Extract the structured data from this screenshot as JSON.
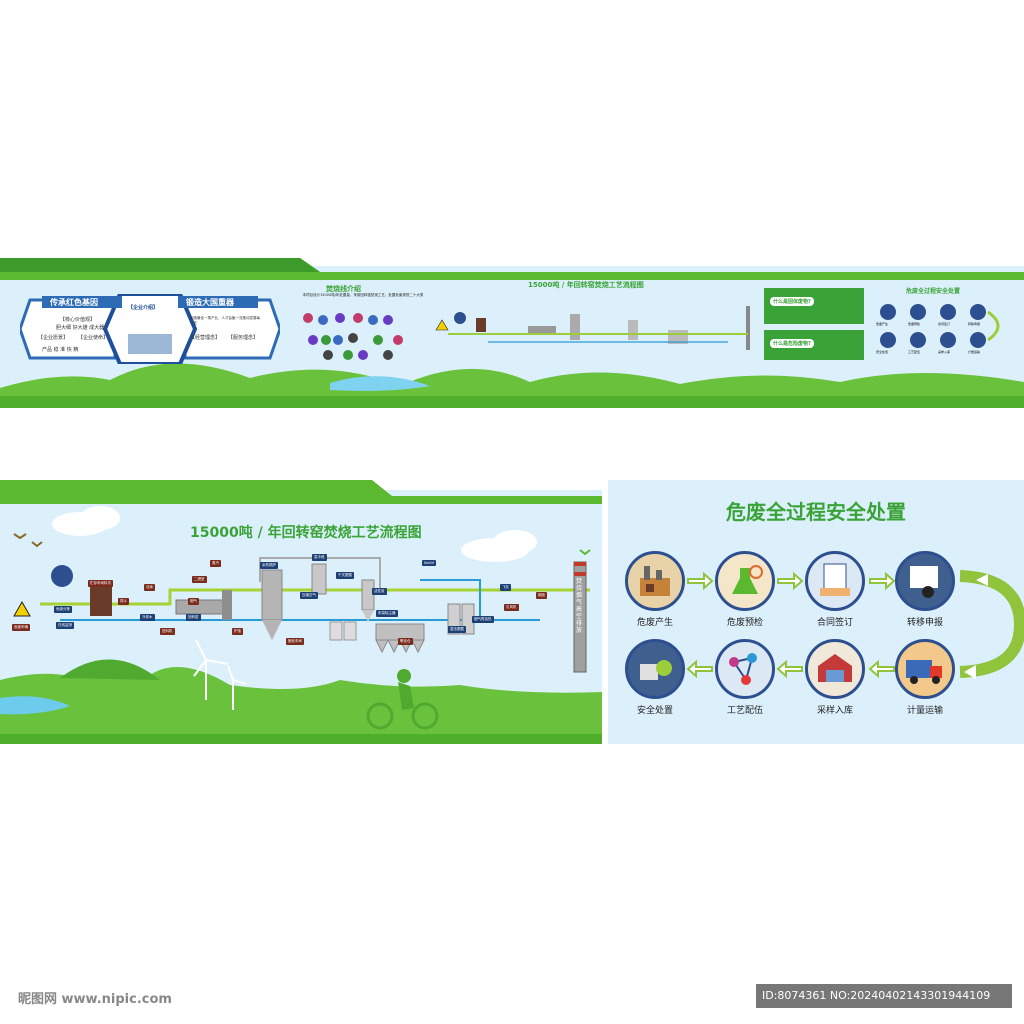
{
  "panel_top": {
    "left_title": "传承红色基因",
    "center_badge": "【企业介绍】",
    "right_title": "锻造大国重器",
    "core_values_tag": "【核心价值观】",
    "core_values_text": "胆大细 好大雄 成大器",
    "left_tags": [
      "【企业愿景】",
      "【企业使命】"
    ],
    "left_small": "产品 稳 准 快 精",
    "right_small": [
      "创造最佳一角产业，人才会聚一流推动发展每一处",
      "【经营理念】",
      "【服务理念】"
    ],
    "incineration_title": "焚烧线介绍",
    "incineration_text": "本项目设计15000吨/年处置量，采用回转窑焚烧工艺，处置危废类别二十大类",
    "process_title": "15000吨 / 年回转窑焚烧工艺流程图",
    "qa1": "什么是固体废物?",
    "qa2": "什么是危险废物?",
    "safety_title": "危废全过程安全处置",
    "safety_small_labels": [
      "危废产生",
      "危废预检",
      "合同签订",
      "转移申报",
      "安全处置",
      "工艺配伍",
      "采样入库",
      "计量运输"
    ]
  },
  "panel_left": {
    "title": "15000吨 / 年回转窑焚烧工艺流程图",
    "chimney_text": "焚烧烟气高空排放",
    "tags": [
      "危废车辆",
      "危废分拣",
      "贮存车间料坑",
      "抓斗",
      "仓库",
      "进料机",
      "回转窑",
      "二燃室",
      "余热锅炉",
      "急冷塔",
      "干式脱酸",
      "活性炭",
      "布袋除尘器",
      "湿法脱酸",
      "引风机",
      "烟囱",
      "NaOH",
      "飞灰",
      "炉渣",
      "固化车间",
      "烟气再加热",
      "氧化仓",
      "压缩空气",
      "蒸汽",
      "冷却水",
      "烟气",
      "在线监测"
    ]
  },
  "panel_right": {
    "title": "危废全过程安全处置",
    "steps": [
      {
        "label": "危废产生",
        "icon": "factory-icon"
      },
      {
        "label": "危废预检",
        "icon": "lab-flask-icon"
      },
      {
        "label": "合同签订",
        "icon": "handshake-icon"
      },
      {
        "label": "转移申报",
        "icon": "report-form-icon"
      },
      {
        "label": "安全处置",
        "icon": "treatment-plant-icon"
      },
      {
        "label": "工艺配伍",
        "icon": "molecule-icon"
      },
      {
        "label": "采样入库",
        "icon": "warehouse-icon"
      },
      {
        "label": "计量运输",
        "icon": "truck-icon"
      }
    ]
  },
  "watermark": {
    "left": "昵图网 www.nipic.com",
    "right": "ID:8074361 NO:20240402143301944109"
  },
  "colors": {
    "green": "#5ab92f",
    "sky": "#d7eefa",
    "navy": "#2d4f8f",
    "title_green": "#3aa337"
  }
}
